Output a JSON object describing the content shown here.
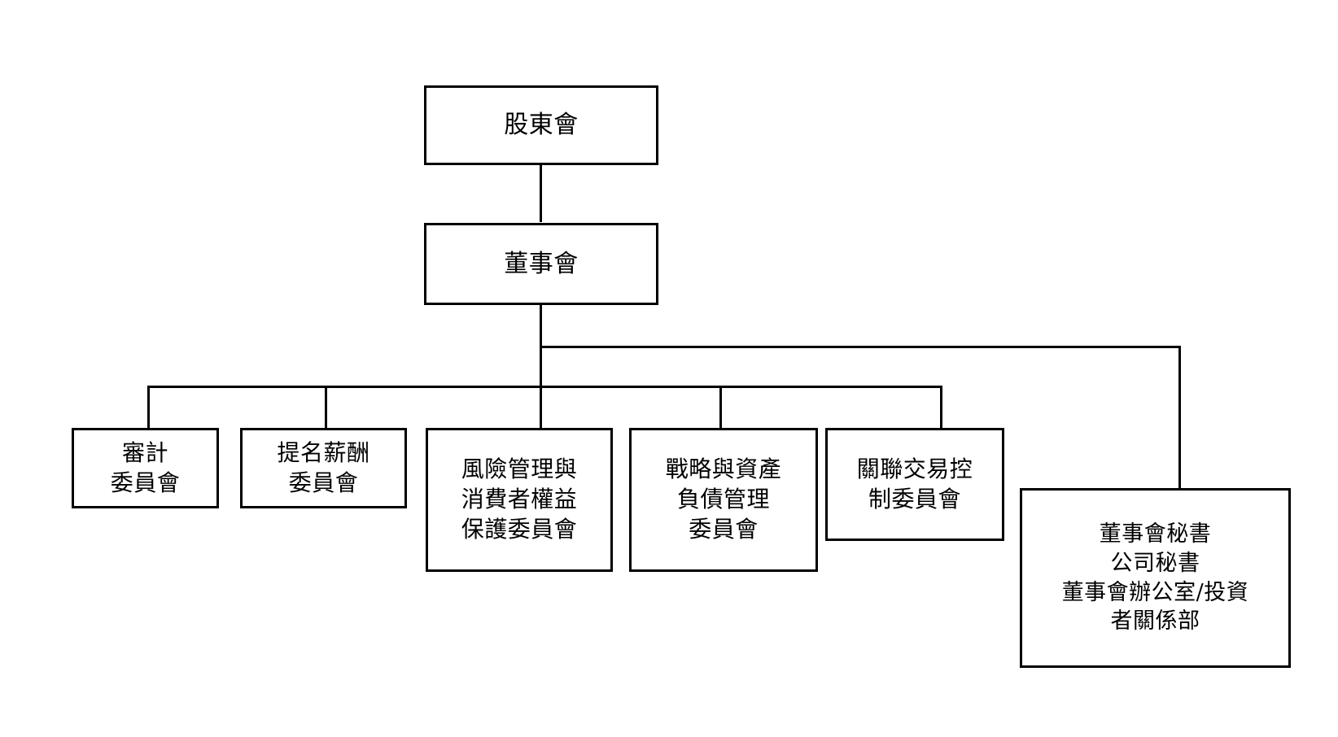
{
  "chart": {
    "type": "org-chart",
    "title": "",
    "background_color": "#ffffff",
    "line_color": "#000000",
    "text_color": "#000000",
    "nodes": [
      {
        "id": "shareholders-meeting",
        "lines": [
          "股東會"
        ],
        "level": 0
      },
      {
        "id": "board-of-directors",
        "lines": [
          "董事會"
        ],
        "level": 1
      },
      {
        "id": "audit-committee",
        "lines": [
          "審計",
          "委員會"
        ],
        "level": 2
      },
      {
        "id": "nomination-remuneration-committee",
        "lines": [
          "提名薪酬",
          "委員會"
        ],
        "level": 2
      },
      {
        "id": "risk-management-consumer-rights-committee",
        "lines": [
          "風險管理與",
          "消費者權益",
          "保護委員會"
        ],
        "level": 2
      },
      {
        "id": "strategy-asset-liability-committee",
        "lines": [
          "戰略與資產",
          "負債管理",
          "委員會"
        ],
        "level": 2
      },
      {
        "id": "related-party-transaction-control-committee",
        "lines": [
          "關聯交易控",
          "制委員會"
        ],
        "level": 2
      },
      {
        "id": "board-secretary-office",
        "lines": [
          "董事會秘書",
          "公司秘書",
          "董事會辦公室/投資",
          "者關係部"
        ],
        "level": 2
      }
    ],
    "edges": [
      {
        "from": "shareholders-meeting",
        "to": "board-of-directors"
      },
      {
        "from": "board-of-directors",
        "to": "audit-committee"
      },
      {
        "from": "board-of-directors",
        "to": "nomination-remuneration-committee"
      },
      {
        "from": "board-of-directors",
        "to": "risk-management-consumer-rights-committee"
      },
      {
        "from": "board-of-directors",
        "to": "strategy-asset-liability-committee"
      },
      {
        "from": "board-of-directors",
        "to": "related-party-transaction-control-committee"
      },
      {
        "from": "board-of-directors",
        "to": "board-secretary-office"
      }
    ]
  }
}
